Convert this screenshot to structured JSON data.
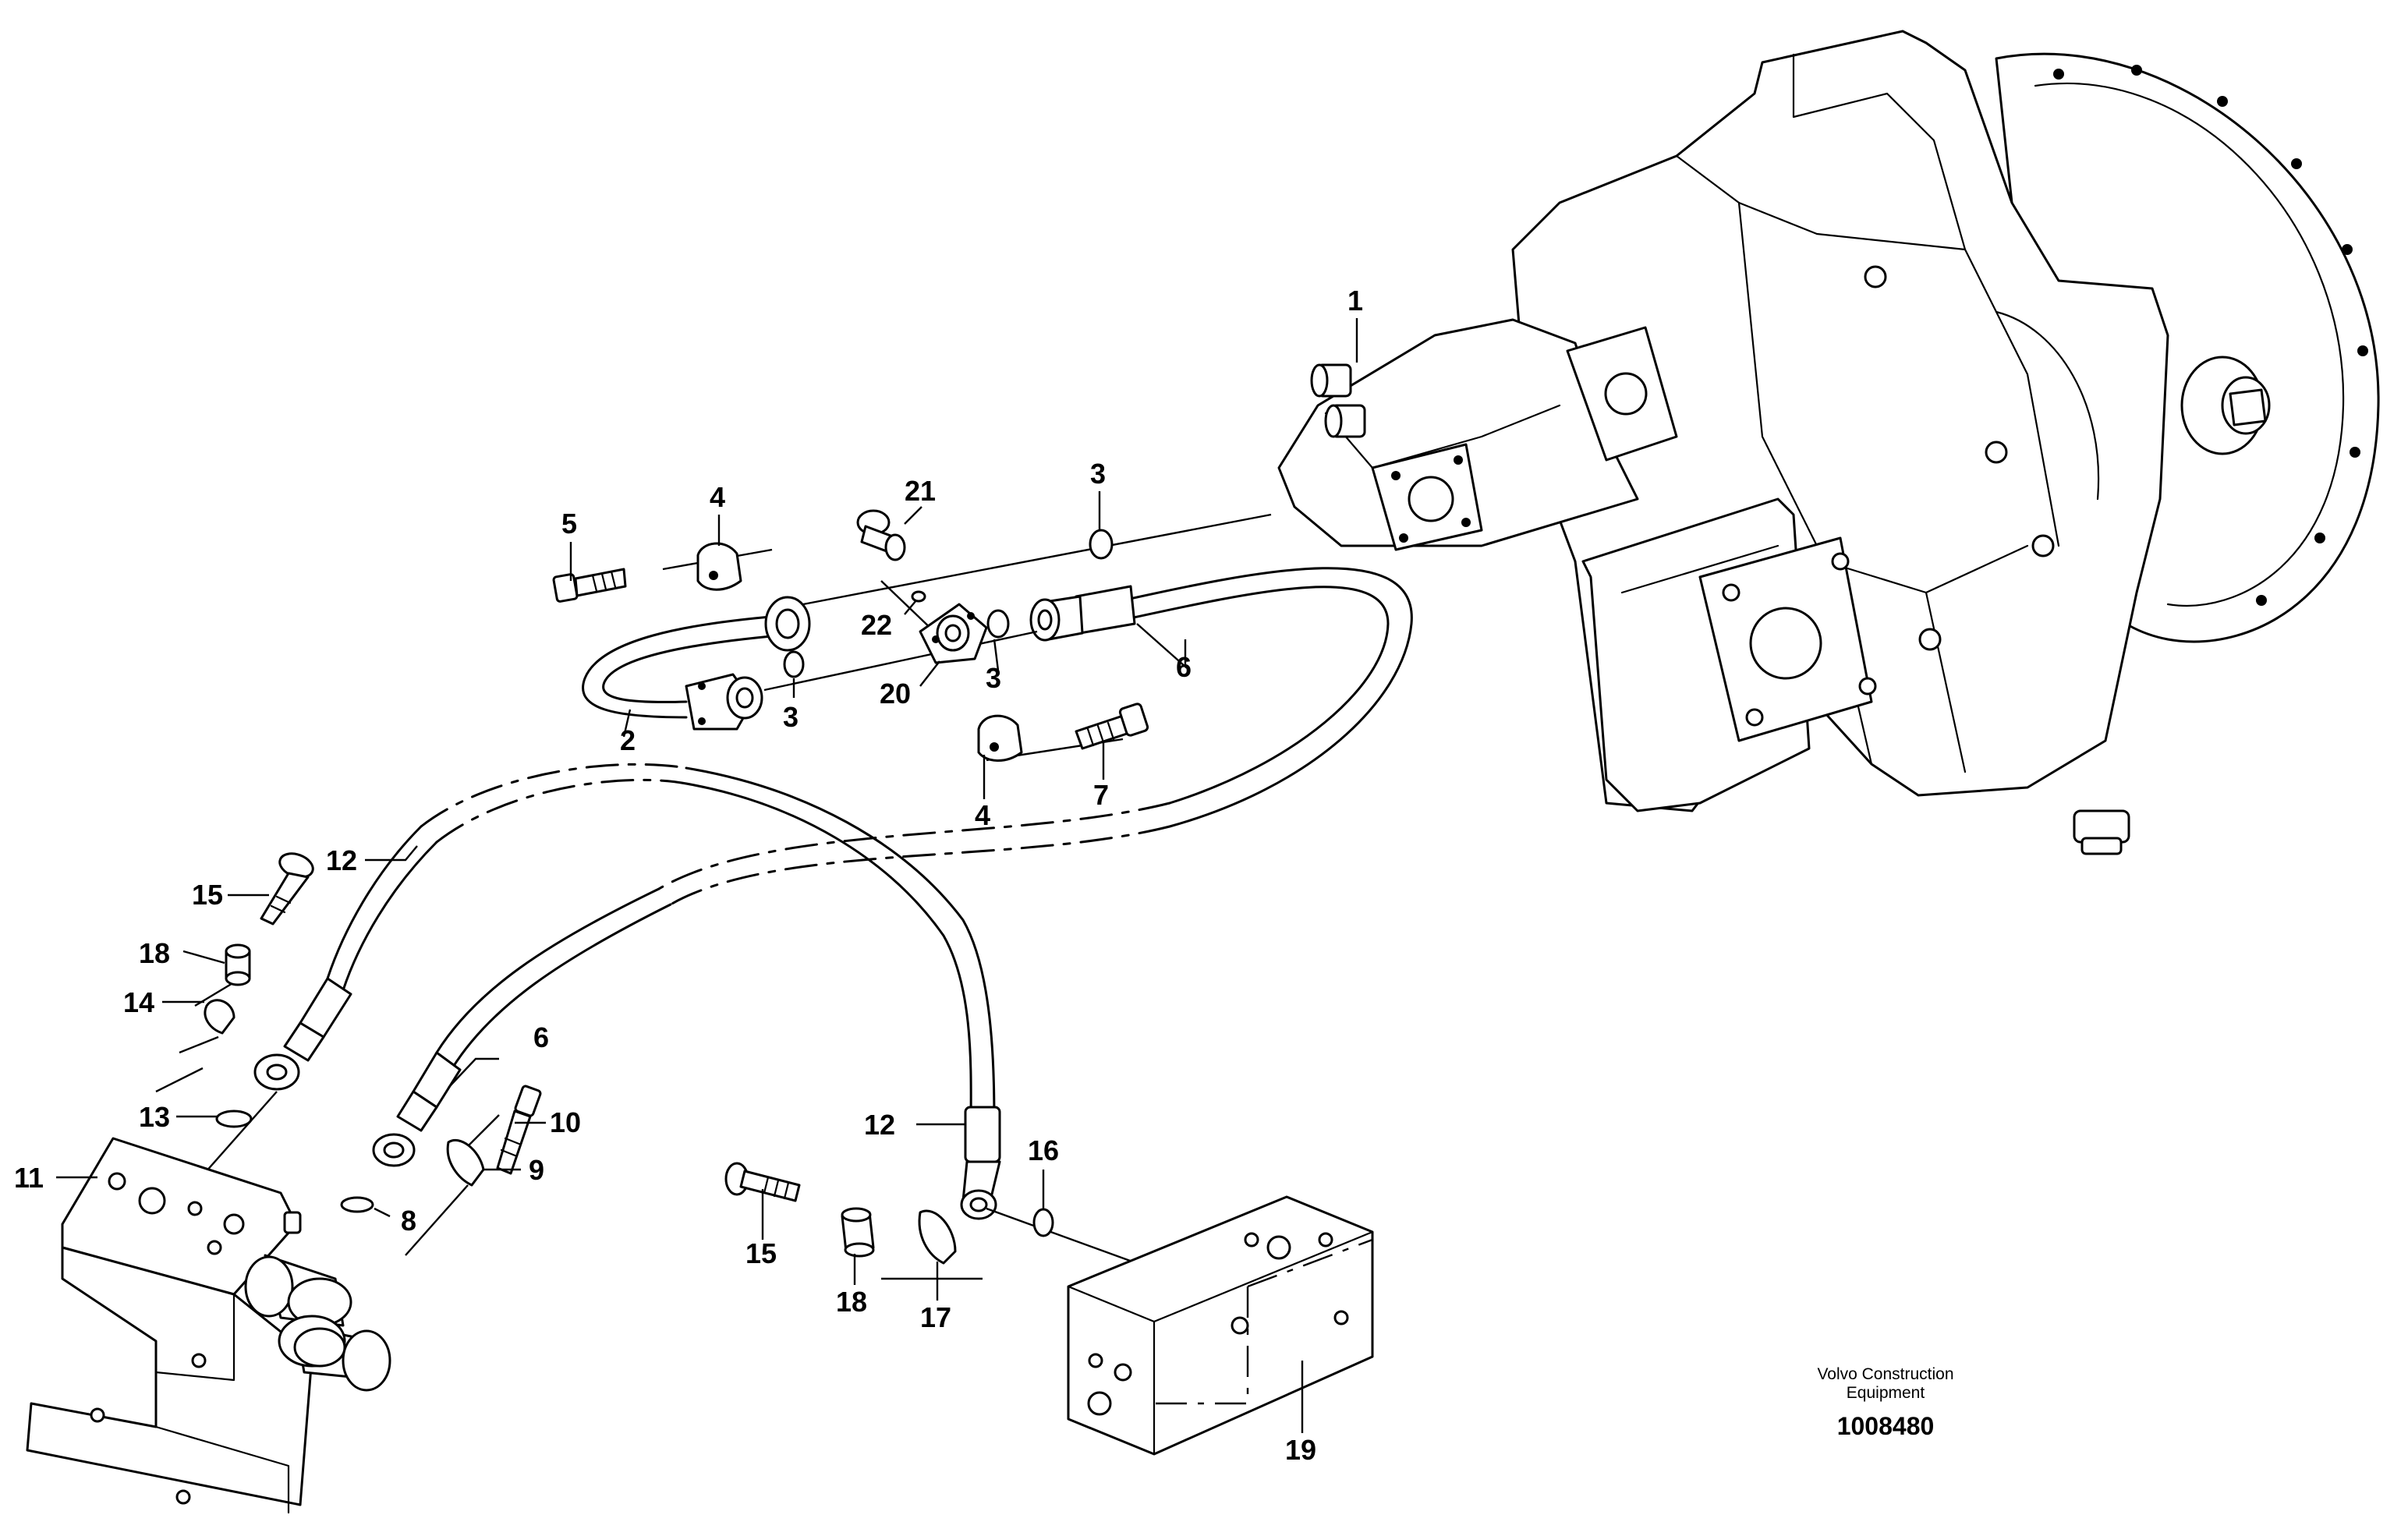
{
  "callouts": [
    {
      "id": "1",
      "label": "1"
    },
    {
      "id": "2",
      "label": "2"
    },
    {
      "id": "3a",
      "label": "3"
    },
    {
      "id": "3b",
      "label": "3"
    },
    {
      "id": "3c",
      "label": "3"
    },
    {
      "id": "4a",
      "label": "4"
    },
    {
      "id": "4b",
      "label": "4"
    },
    {
      "id": "5",
      "label": "5"
    },
    {
      "id": "6a",
      "label": "6"
    },
    {
      "id": "6b",
      "label": "6"
    },
    {
      "id": "7",
      "label": "7"
    },
    {
      "id": "8",
      "label": "8"
    },
    {
      "id": "9",
      "label": "9"
    },
    {
      "id": "10",
      "label": "10"
    },
    {
      "id": "11",
      "label": "11"
    },
    {
      "id": "12a",
      "label": "12"
    },
    {
      "id": "12b",
      "label": "12"
    },
    {
      "id": "13",
      "label": "13"
    },
    {
      "id": "14",
      "label": "14"
    },
    {
      "id": "15a",
      "label": "15"
    },
    {
      "id": "15b",
      "label": "15"
    },
    {
      "id": "16",
      "label": "16"
    },
    {
      "id": "17",
      "label": "17"
    },
    {
      "id": "18a",
      "label": "18"
    },
    {
      "id": "18b",
      "label": "18"
    },
    {
      "id": "19",
      "label": "19"
    },
    {
      "id": "20",
      "label": "20"
    },
    {
      "id": "21",
      "label": "21"
    },
    {
      "id": "22",
      "label": "22"
    }
  ],
  "credit": {
    "line1": "Volvo Construction",
    "line2": "Equipment",
    "drawing_number": "1008480"
  }
}
